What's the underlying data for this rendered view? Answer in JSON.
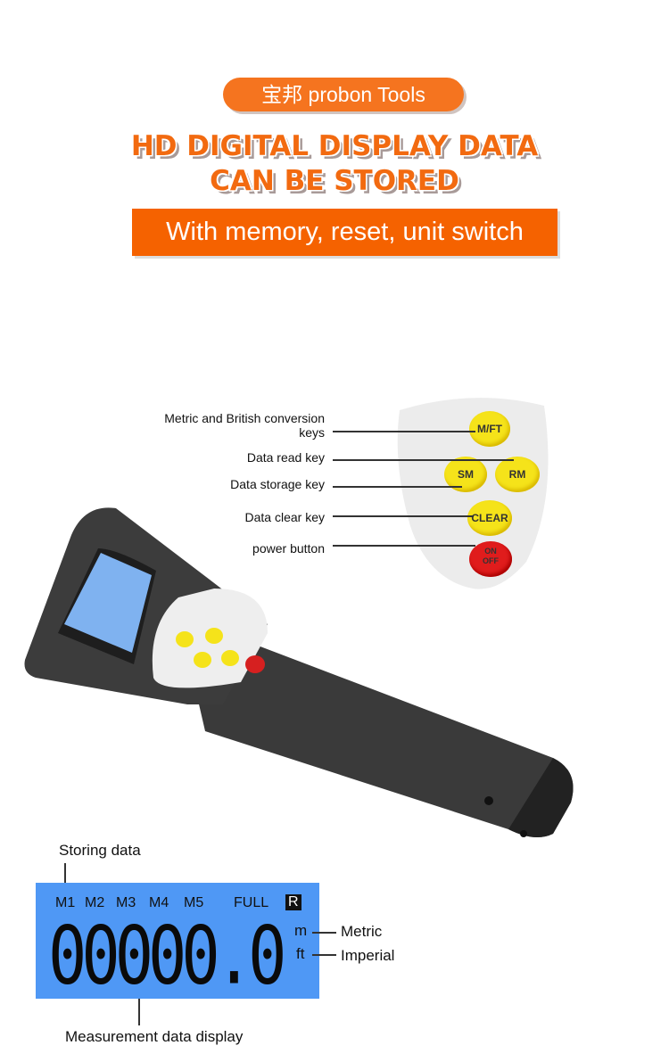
{
  "brand": "宝邦 probon Tools",
  "headline": {
    "line1": "HD DIGITAL DISPLAY DATA",
    "line2": "CAN BE STORED"
  },
  "banner": "With memory, reset, unit switch",
  "keypad": {
    "callouts": [
      "Metric and British conversion keys",
      "Data read key",
      "Data storage key",
      "Data clear key",
      "power button"
    ],
    "keys": {
      "mft": "M/FT",
      "sm": "SM",
      "rm": "RM",
      "clear": "CLEAR",
      "on": "ON",
      "off": "OFF"
    }
  },
  "display": {
    "storing_label": "Storing data",
    "memory": [
      "M1",
      "M2",
      "M3",
      "M4",
      "M5"
    ],
    "full": "FULL",
    "r": "R",
    "value": "00000.0",
    "unit_m": "m",
    "unit_ft": "ft",
    "metric": "Metric",
    "imperial": "Imperial",
    "measure_label": "Measurement data display",
    "colors": {
      "lcd": "#4f98f5"
    }
  },
  "colors": {
    "accent": "#f56200"
  }
}
